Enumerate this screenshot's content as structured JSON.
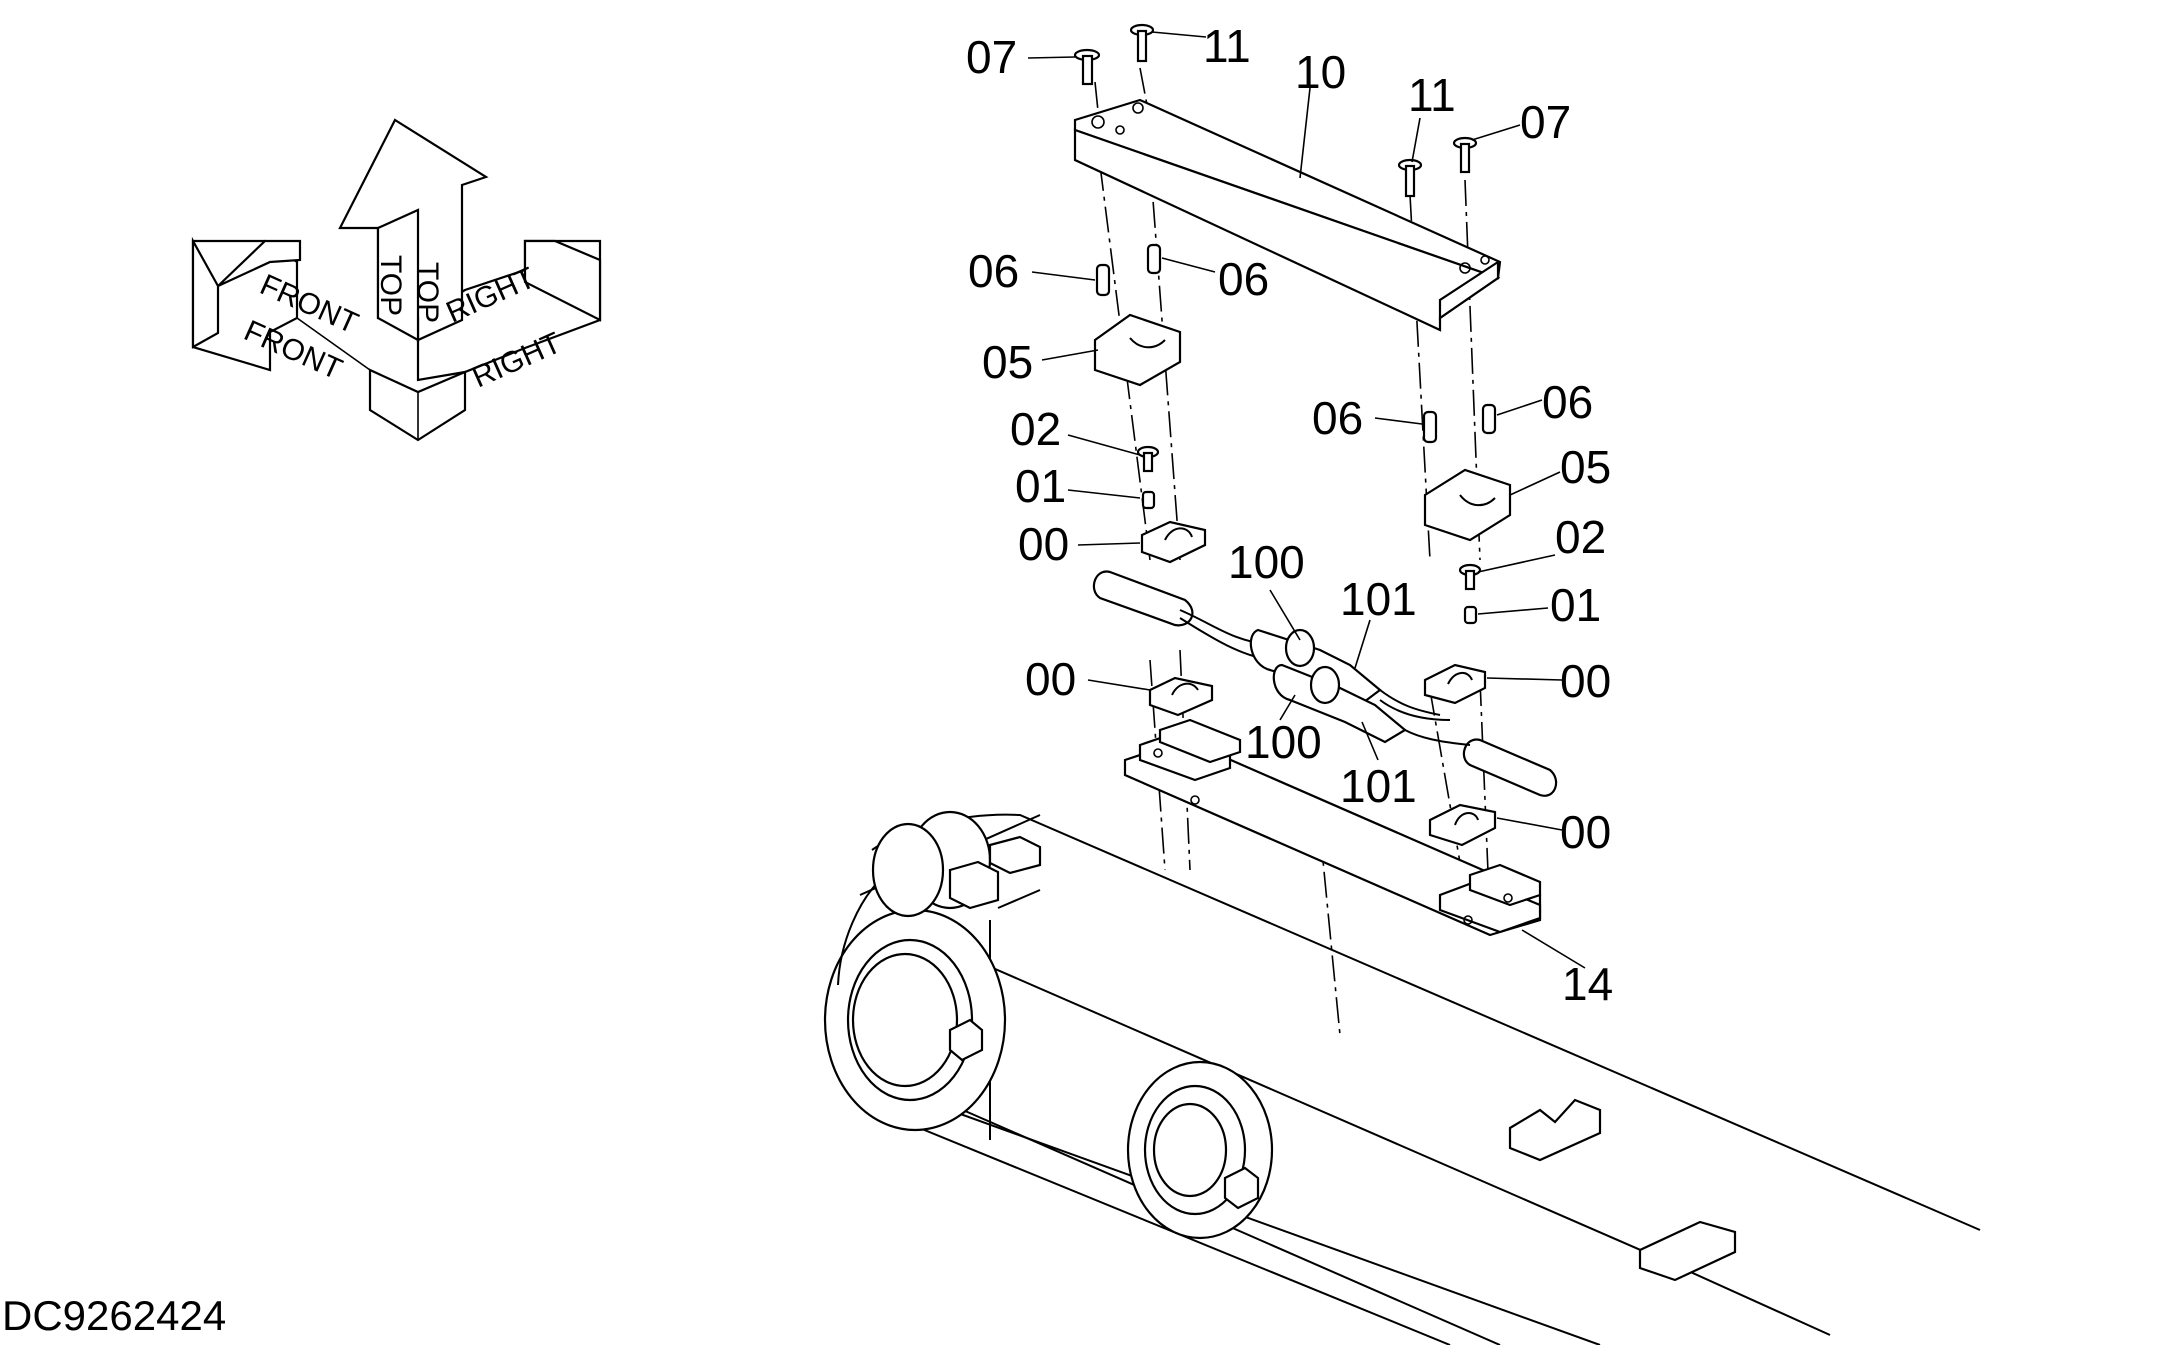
{
  "diagram": {
    "drawing_code": "DC9262424",
    "orientation": {
      "top_labels": [
        "TOP",
        "TOP"
      ],
      "front_labels": [
        "FRONT",
        "FRONT"
      ],
      "right_labels": [
        "RIGHT",
        "RIGHT"
      ]
    },
    "callouts": {
      "c07_left": "07",
      "c11_left": "11",
      "c10": "10",
      "c11_right": "11",
      "c07_right": "07",
      "c06_a": "06",
      "c06_b": "06",
      "c05_left": "05",
      "c06_c": "06",
      "c06_d": "06",
      "c02_left": "02",
      "c05_right": "05",
      "c01_left": "01",
      "c00_a": "00",
      "c100_top": "100",
      "c101_top": "101",
      "c02_right": "02",
      "c01_right": "01",
      "c00_b": "00",
      "c00_c": "00",
      "c100_bottom": "100",
      "c101_bottom": "101",
      "c00_d": "00",
      "c14": "14"
    }
  }
}
